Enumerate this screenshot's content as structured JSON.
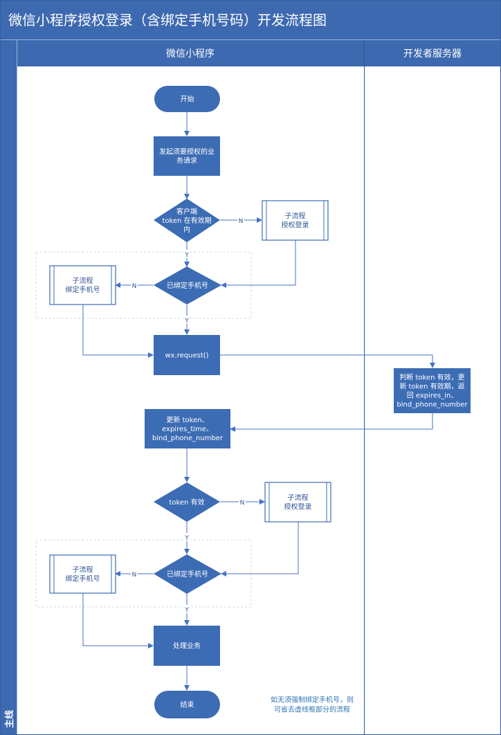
{
  "diagram": {
    "title": "微信小程序授权登录（含绑定手机号码）开发流程图",
    "side_label": "主线",
    "lanes": [
      "微信小程序",
      "开发者服务器"
    ],
    "nodes": {
      "start": [
        "开始"
      ],
      "request": [
        "发起须要授权的业",
        "务请求"
      ],
      "token_check": [
        "客户端",
        "token 在有效期",
        "内"
      ],
      "sub_auth_1": [
        "子流程",
        "授权登录"
      ],
      "bound_check_1": [
        "已绑定手机号"
      ],
      "sub_bind_1": [
        "子流程",
        "绑定手机号"
      ],
      "wx_request": [
        "wx.request()"
      ],
      "server_judge": [
        "判断 token 有效，更",
        "新 token 有效期，返",
        "回 expires_in、",
        "bind_phone_number"
      ],
      "update": [
        "更新 token、",
        "expires_time、",
        "bind_phone_number"
      ],
      "token_valid": [
        "token 有效"
      ],
      "sub_auth_2": [
        "子流程",
        "授权登录"
      ],
      "bound_check_2": [
        "已绑定手机号"
      ],
      "sub_bind_2": [
        "子流程",
        "绑定手机号"
      ],
      "process": [
        "处理业务"
      ],
      "end": [
        "结束"
      ]
    },
    "edge_labels": {
      "yes": "Y",
      "no": "N"
    },
    "note": [
      "如无须强制绑定手机号，则",
      "可省去虚线框部分的流程"
    ]
  },
  "colors": {
    "title_bg": "#3d69b0",
    "shape_fill": "#3c6cb4",
    "line": "#4472c4",
    "frame": "#2f5597"
  }
}
